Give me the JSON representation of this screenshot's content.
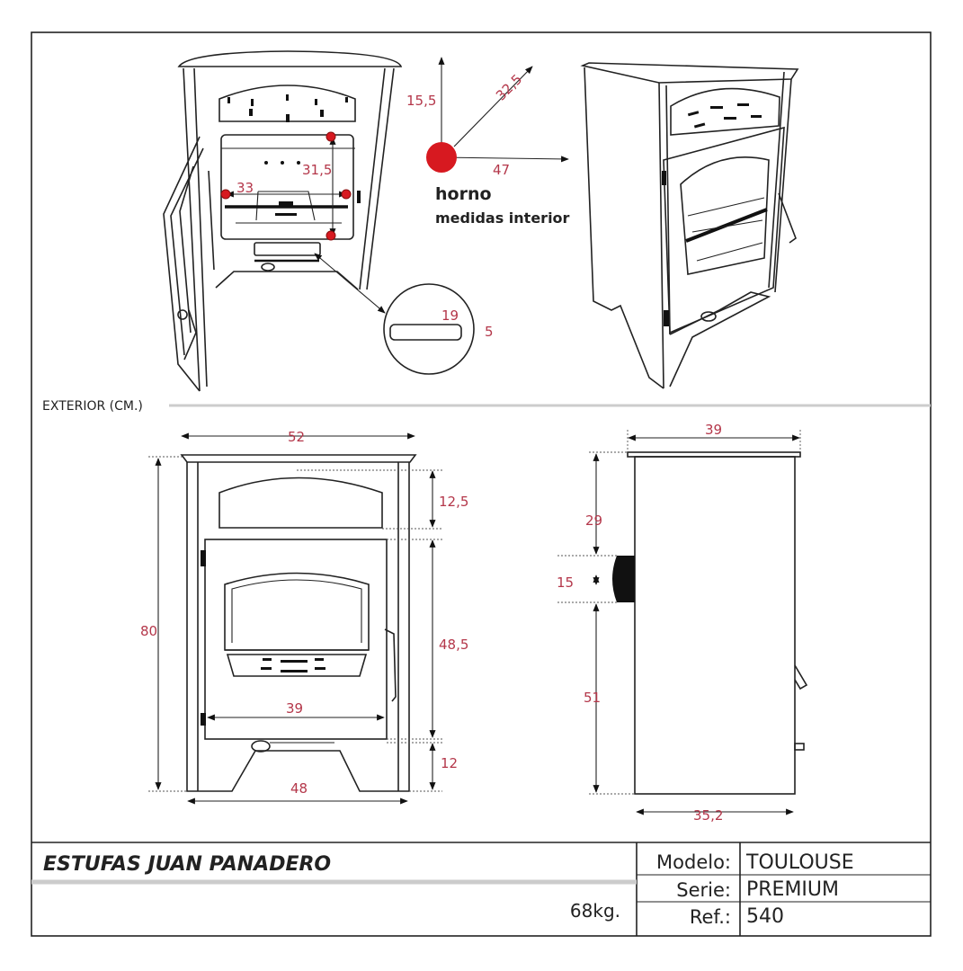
{
  "section_label": "EXTERIOR (CM.)",
  "oven": {
    "title": "horno",
    "subtitle": "medidas interior",
    "height": "15,5",
    "depth": "32,5",
    "width": "47",
    "inner_height": "31,5",
    "inner_width": "33",
    "slot_width": "19",
    "slot_height": "5"
  },
  "front_view": {
    "top_width": "52",
    "total_height": "80",
    "oven_height": "12,5",
    "door_height": "48,5",
    "base_height": "12",
    "door_width": "39",
    "base_width": "48"
  },
  "side_view": {
    "top_depth": "39",
    "flue_height_above": "29",
    "flue_diameter": "15",
    "flue_height_below": "51",
    "body_depth": "35,2"
  },
  "title_block": {
    "brand": "ESTUFAS JUAN PANADERO",
    "weight": "68kg.",
    "rows": [
      {
        "label": "Modelo:",
        "value": "TOULOUSE"
      },
      {
        "label": "Serie:",
        "value": "PREMIUM"
      },
      {
        "label": "Ref.:",
        "value": "540"
      }
    ]
  },
  "colors": {
    "dimension": "#b4374a",
    "marker": "#d71920"
  }
}
